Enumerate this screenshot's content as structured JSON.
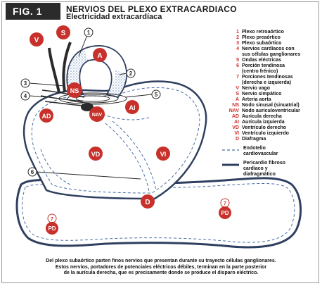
{
  "figure": {
    "label": "FIG. 1",
    "title": "NERVIOS DEL PLEXO EXTRACARDIACO",
    "subtitle": "Electricidad extracardíaca"
  },
  "diagram": {
    "markers": {
      "V": "V",
      "S": "S",
      "A": "A",
      "NS": "NS",
      "NAV": "NAV",
      "AD": "AD",
      "AI": "AI",
      "VD": "VD",
      "VI": "VI",
      "D": "D",
      "PD": "PD",
      "seven": "7"
    },
    "numbers": [
      "1",
      "2",
      "3",
      "4",
      "5",
      "6"
    ]
  },
  "legend": {
    "items": [
      {
        "key": "1",
        "text": "Plexo retroaórtico"
      },
      {
        "key": "2",
        "text": "Plexo preaórtico"
      },
      {
        "key": "3",
        "text": "Plexo subaórtico"
      },
      {
        "key": "4",
        "text": "Nervios cardíacos con"
      },
      {
        "key": "",
        "text": "sus células ganglionares"
      },
      {
        "key": "5",
        "text": "Ondas eléctricas"
      },
      {
        "key": "6",
        "text": "Porción tendinosa"
      },
      {
        "key": "",
        "text": "(centro frénico)"
      },
      {
        "key": "7",
        "text": "Porciones tendinosas"
      },
      {
        "key": "",
        "text": "(derecha e izquierda)"
      },
      {
        "key": "V",
        "text": "Nervio vago"
      },
      {
        "key": "S",
        "text": "Nervio simpático"
      },
      {
        "key": "A",
        "text": "Arteria aorta"
      },
      {
        "key": "NS",
        "text": "Nodo sinusal (sinuatrial)"
      },
      {
        "key": "NAV",
        "text": "Nodo auriculoventricular"
      },
      {
        "key": "AD",
        "text": "Aurícula derecha"
      },
      {
        "key": "AI",
        "text": "Aurícula izquierda"
      },
      {
        "key": "VD",
        "text": "Ventrículo derecho"
      },
      {
        "key": "VI",
        "text": "Ventrículo izquierdo"
      },
      {
        "key": "D",
        "text": "Diafragma"
      }
    ],
    "line_legend": {
      "dashed": [
        "Endotelio",
        "cardiovascular"
      ],
      "solid": [
        "Pericardio fibroso",
        "cardíaco y",
        "diafragmático"
      ]
    }
  },
  "caption": {
    "lines": [
      "Del plexo subaórtico parten finos nervios que presentan durante su trayecto células ganglionares.",
      "Estos nervios, portadores de potenciales eléctricos débiles, terminan en la parte posterior",
      "de la aurícula derecha, que es precisamente donde se produce el disparo eléctrico."
    ]
  },
  "colors": {
    "marker_red": "#c8312b",
    "line_blue": "#4a6fa5",
    "plexus_blue": "#5b7fb5",
    "dark_nerve": "#2a2a2a"
  }
}
